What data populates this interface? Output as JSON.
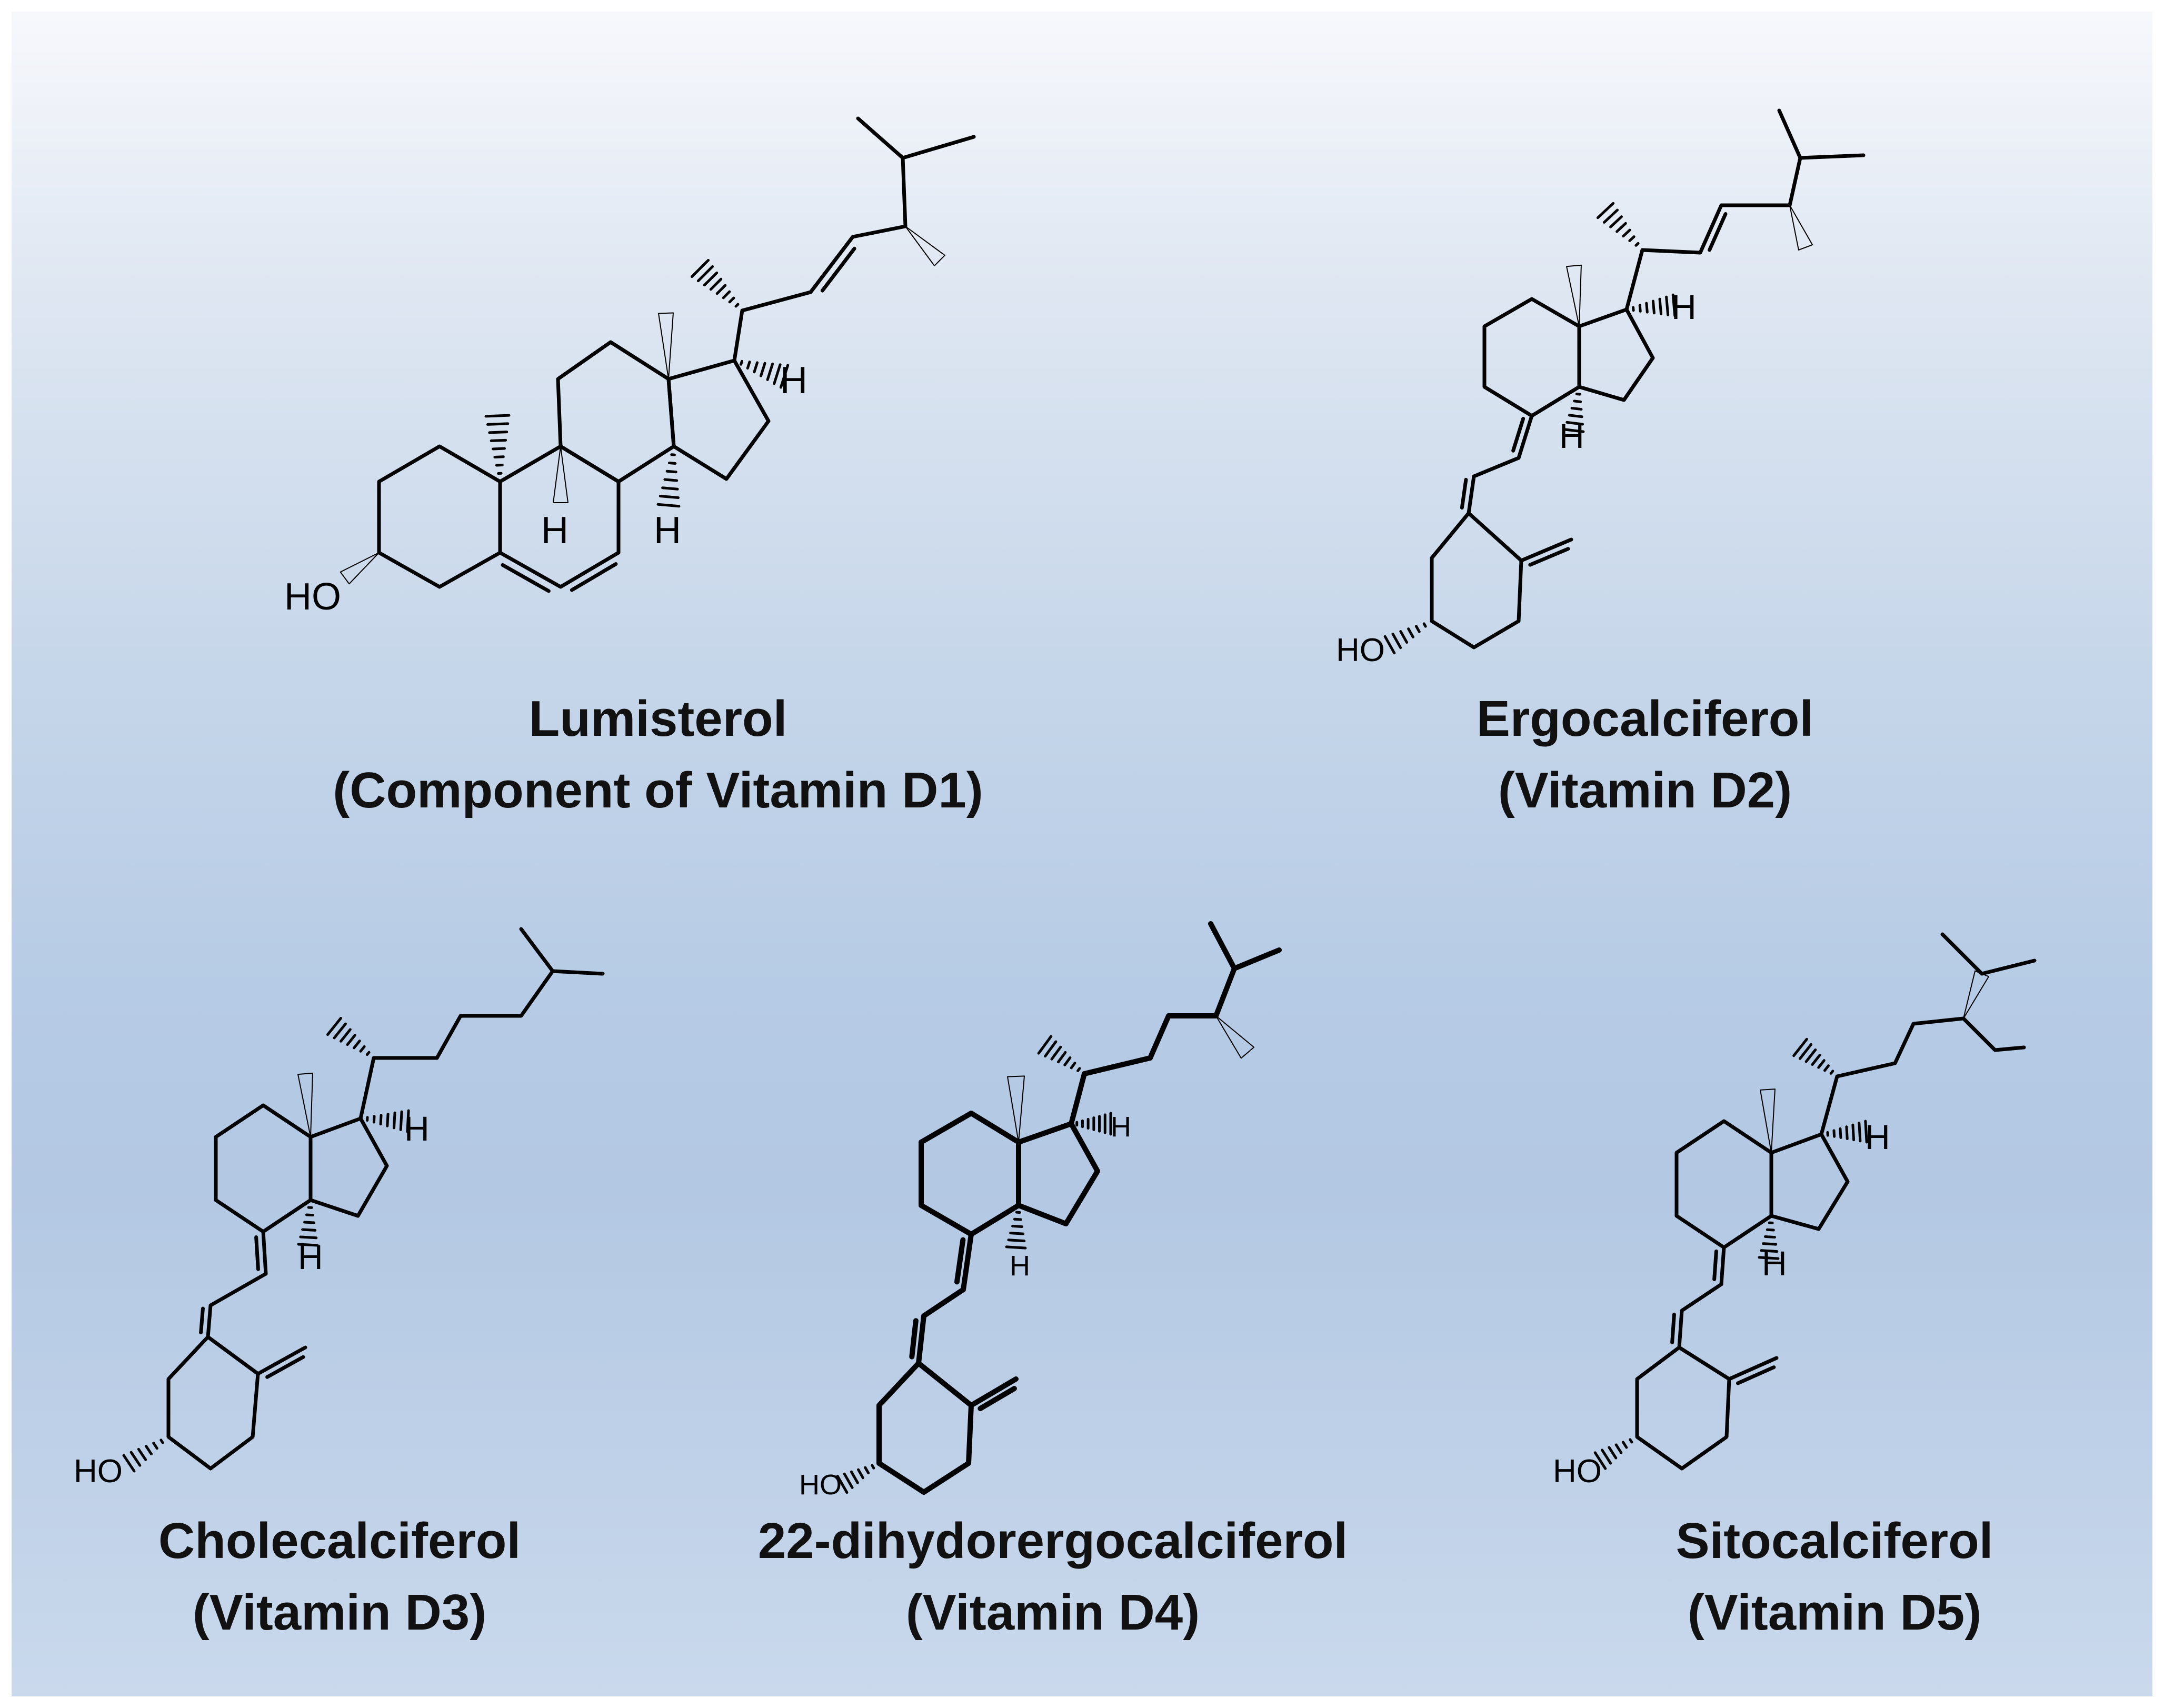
{
  "compounds": [
    {
      "name": "Lumisterol",
      "subtitle": "(Component of Vitamin D1)",
      "labels": {
        "hydroxyl": "HO",
        "h1": "H",
        "h2": "H",
        "h3": "H"
      }
    },
    {
      "name": "Ergocalciferol",
      "subtitle": "(Vitamin D2)",
      "labels": {
        "hydroxyl": "HO",
        "h1": "H",
        "h2": "H"
      }
    },
    {
      "name": "Cholecalciferol",
      "subtitle": "(Vitamin D3)",
      "labels": {
        "hydroxyl": "HO",
        "h1": "H",
        "h2": "H"
      }
    },
    {
      "name": "22-dihydorergocalciferol",
      "subtitle": "(Vitamin D4)",
      "labels": {
        "hydroxyl": "HO",
        "h1": "H",
        "h2": "H"
      }
    },
    {
      "name": "Sitocalciferol",
      "subtitle": "(Vitamin D5)",
      "labels": {
        "hydroxyl": "HO",
        "h1": "H",
        "h2": "H"
      }
    }
  ]
}
